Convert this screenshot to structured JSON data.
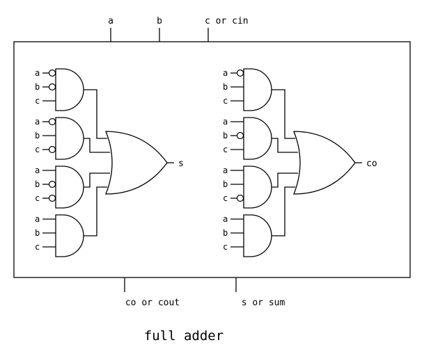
{
  "ports": {
    "in_a": "a",
    "in_b": "b",
    "in_c": "c or cin",
    "out_co": "co or cout",
    "out_s": "s or sum"
  },
  "caption": "full adder",
  "inputs": {
    "a": "a",
    "b": "b",
    "c": "c"
  },
  "sum_block": {
    "output_label": "s",
    "gates": [
      {
        "a_inverted": true,
        "b_inverted": true,
        "c_inverted": false
      },
      {
        "a_inverted": true,
        "b_inverted": false,
        "c_inverted": true
      },
      {
        "a_inverted": false,
        "b_inverted": true,
        "c_inverted": true
      },
      {
        "a_inverted": false,
        "b_inverted": false,
        "c_inverted": false
      }
    ]
  },
  "carry_block": {
    "output_label": "co",
    "gates": [
      {
        "a_inverted": true,
        "b_inverted": false,
        "c_inverted": false
      },
      {
        "a_inverted": false,
        "b_inverted": true,
        "c_inverted": false
      },
      {
        "a_inverted": false,
        "b_inverted": false,
        "c_inverted": true
      },
      {
        "a_inverted": false,
        "b_inverted": false,
        "c_inverted": false
      }
    ]
  }
}
